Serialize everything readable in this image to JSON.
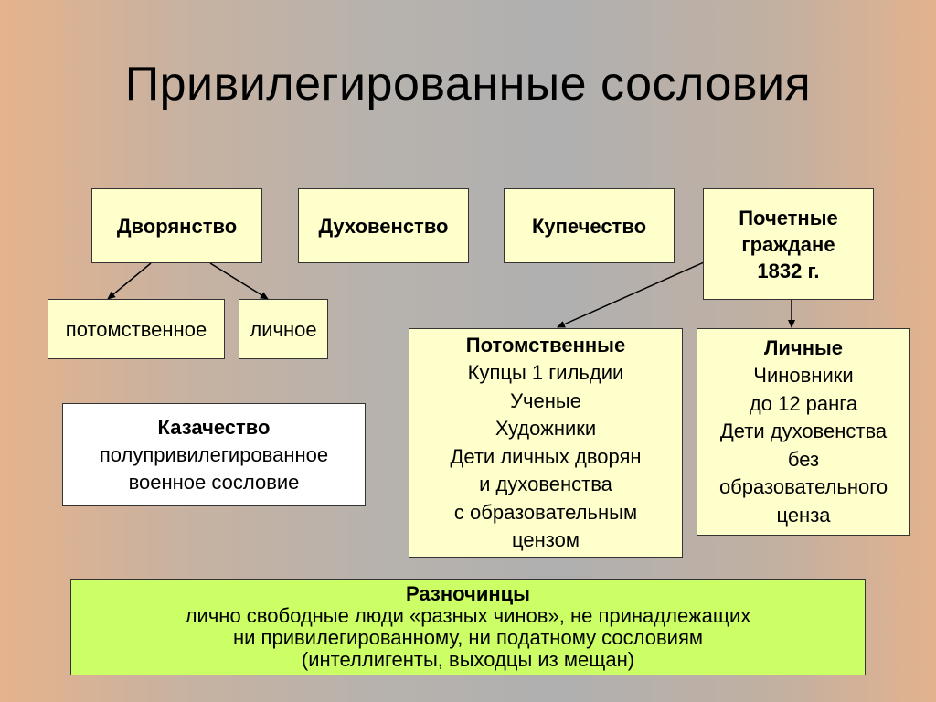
{
  "title": "Привилегированные сословия",
  "estates": {
    "nobility": "Дворянство",
    "clergy": "Духовенство",
    "merchants": "Купечество",
    "honorary": [
      "Почетные",
      "граждане",
      "1832 г."
    ]
  },
  "nobility_types": {
    "hereditary": "потомственное",
    "personal": "личное"
  },
  "cossacks": {
    "header": "Казачество",
    "lines": [
      "полупривилегированное",
      "военное сословие"
    ]
  },
  "hereditary_citizens": {
    "header": "Потомственные",
    "lines": [
      "Купцы 1 гильдии",
      "Ученые",
      "Художники",
      "Дети личных дворян",
      "и духовенства",
      "с образовательным",
      "цензом"
    ]
  },
  "personal_citizens": {
    "header": "Личные",
    "lines": [
      "Чиновники",
      "до 12 ранга",
      "Дети духовенства",
      "без",
      "образовательного",
      "ценза"
    ]
  },
  "raznochintsy": {
    "header": "Разночинцы",
    "lines": [
      "лично свободные люди «разных чинов», не принадлежащих",
      "ни привилегированному, ни податному сословиям",
      "(интеллигенты, выходцы из мещан)"
    ]
  }
}
